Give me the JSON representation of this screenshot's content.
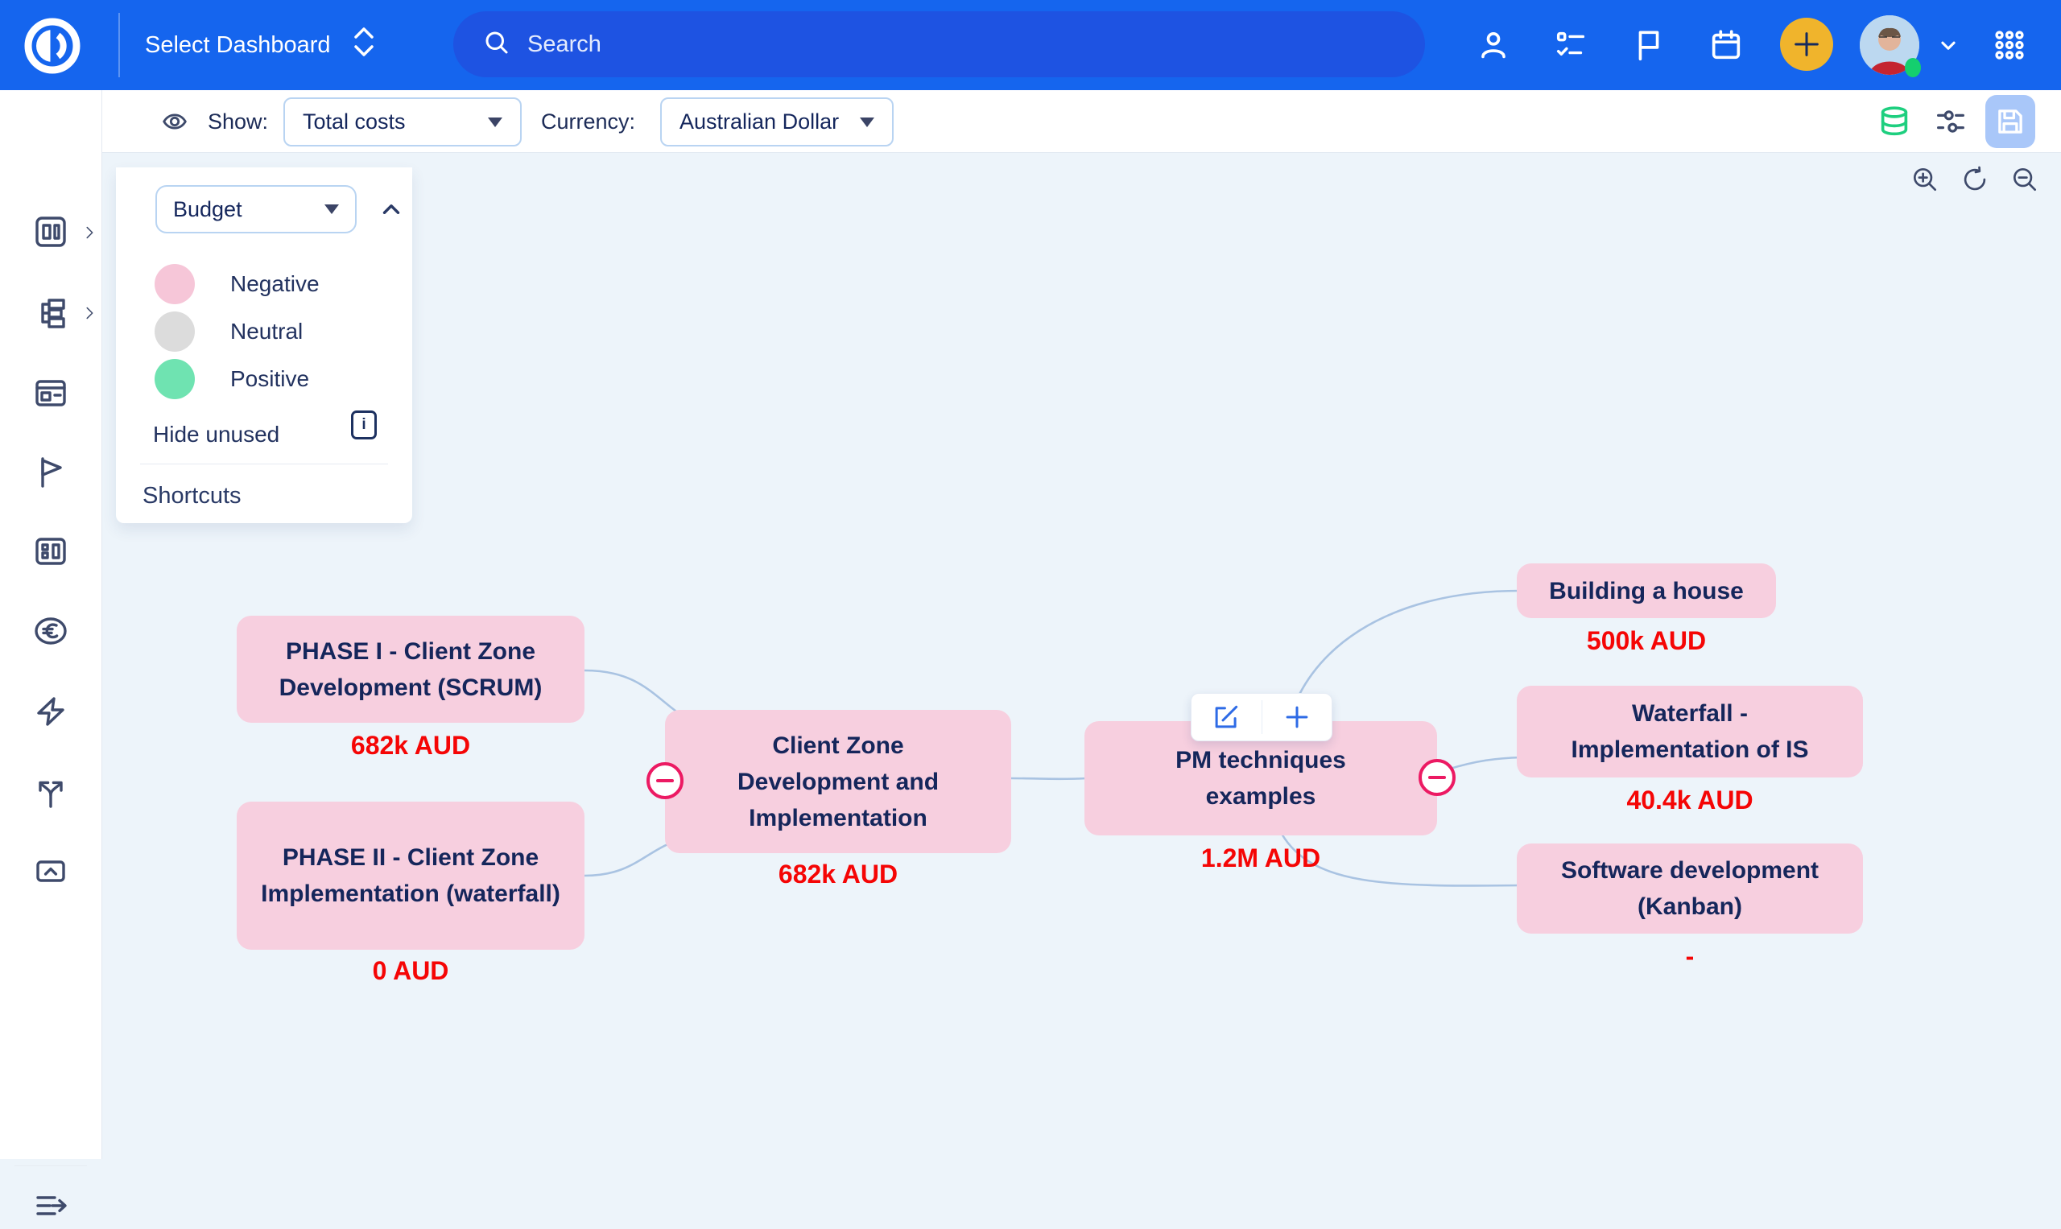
{
  "header": {
    "dashboard_selector": "Select Dashboard",
    "search_placeholder": "Search",
    "icons": [
      "easyproject-logo",
      "user",
      "tasks-checklist",
      "flag",
      "calendar",
      "add-plus",
      "avatar",
      "chevron-down",
      "apps-grid"
    ],
    "accent_color": "#1565ee",
    "search_pill_color": "#1e53e2",
    "plus_button_color": "#f0b42c",
    "status_dot_color": "#14cf6e"
  },
  "sidebar": {
    "icons": [
      "modules-board",
      "wbs-tree",
      "browser-window",
      "milestone-flag",
      "dashboard-panel",
      "euro-finance",
      "quick-lightning",
      "split-decision",
      "inbox-up",
      "collapse-menu"
    ]
  },
  "toolbar": {
    "show_label": "Show:",
    "show_value": "Total costs",
    "currency_label": "Currency:",
    "currency_value": "Australian Dollar",
    "right_icons": [
      "database-green",
      "filter-sliders",
      "save-floppy"
    ]
  },
  "legend": {
    "mode_value": "Budget",
    "items": [
      {
        "label": "Negative",
        "color": "#f6c6d8"
      },
      {
        "label": "Neutral",
        "color": "#dcdcdc"
      },
      {
        "label": "Positive",
        "color": "#6fe3b1"
      }
    ],
    "hide_unused_label": "Hide unused",
    "shortcuts_label": "Shortcuts"
  },
  "canvas": {
    "zoom_controls": [
      "zoom-in",
      "refresh",
      "zoom-out"
    ],
    "connector_color": "#a9c3e2",
    "node_color": "#f7cfdf",
    "cost_color": "#f50505",
    "minus_badge_color": "#ec1a63"
  },
  "mindmap": {
    "nodes": [
      {
        "title": "PHASE I - Client Zone Development (SCRUM)",
        "cost": "682k AUD"
      },
      {
        "title": "PHASE II - Client Zone Implementation (waterfall)",
        "cost": "0 AUD"
      },
      {
        "title": "Client Zone Development and Implementation",
        "cost": "682k AUD"
      },
      {
        "title": "PM techniques examples",
        "cost": "1.2M AUD"
      },
      {
        "title": "Building a house",
        "cost": "500k AUD"
      },
      {
        "title": "Waterfall - Implementation of IS",
        "cost": "40.4k AUD"
      },
      {
        "title": "Software development (Kanban)",
        "cost": "-"
      }
    ],
    "links": [
      [
        0,
        2
      ],
      [
        1,
        2
      ],
      [
        2,
        3
      ],
      [
        3,
        4
      ],
      [
        3,
        5
      ],
      [
        3,
        6
      ]
    ]
  }
}
